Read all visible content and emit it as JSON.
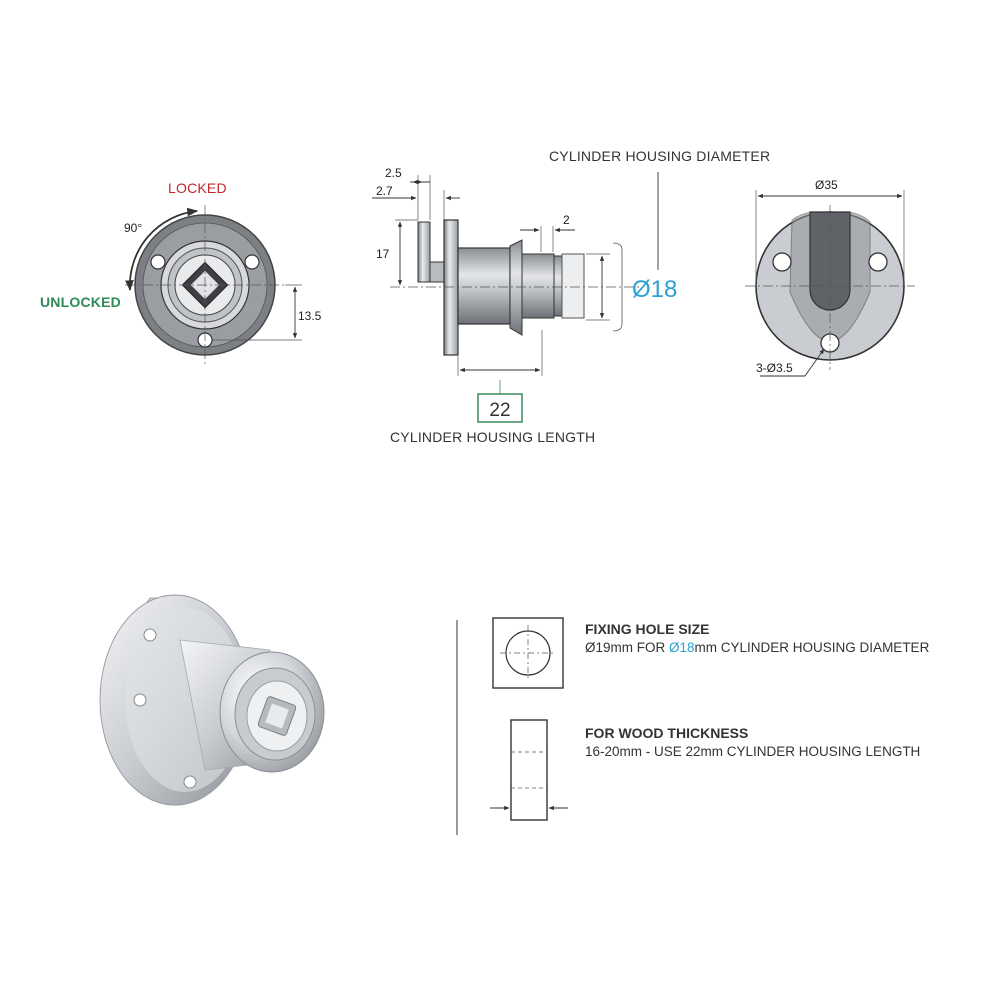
{
  "front_view": {
    "locked_label": "LOCKED",
    "unlocked_label": "UNLOCKED",
    "angle_label": "90°",
    "dim_offset": "13.5"
  },
  "side_view": {
    "dim_top_1": "2.5",
    "dim_top_2": "2.7",
    "dim_height": "17",
    "dim_step": "2",
    "diameter_caption": "CYLINDER HOUSING DIAMETER",
    "diameter_value": "Ø18",
    "length_value": "22",
    "length_caption": "CYLINDER HOUSING LENGTH"
  },
  "back_view": {
    "dim_flange": "Ø35",
    "dim_holes": "3-Ø3.5"
  },
  "fixing_hole": {
    "title": "FIXING HOLE SIZE",
    "text_before": "Ø19mm FOR ",
    "text_highlight": "Ø18",
    "text_after": "mm CYLINDER HOUSING DIAMETER"
  },
  "wood_thickness": {
    "title": "FOR WOOD THICKNESS",
    "text": "16-20mm - USE 22mm CYLINDER HOUSING LENGTH"
  },
  "colors": {
    "locked": "#c0272d",
    "unlocked": "#2e8b57",
    "accent": "#2aa1d3",
    "length_box": "#3a8a5a"
  }
}
